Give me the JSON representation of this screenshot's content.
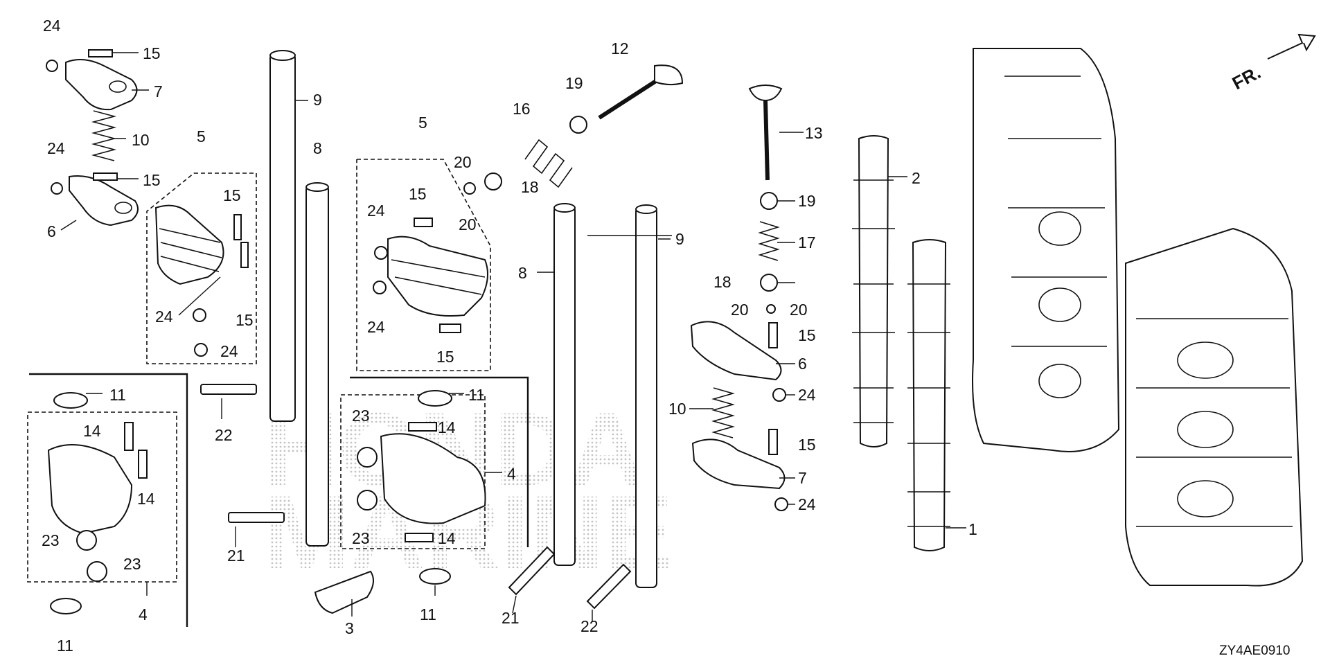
{
  "diagram": {
    "code": "ZY4AE0910",
    "front_label": "FR.",
    "watermark_line1": "HONDA",
    "watermark_line2": "MARINE",
    "callouts": [
      "24",
      "15",
      "7",
      "10",
      "24",
      "15",
      "6",
      "5",
      "15",
      "15",
      "24",
      "24",
      "15",
      "9",
      "8",
      "22",
      "21",
      "3",
      "11",
      "14",
      "14",
      "23",
      "23",
      "4",
      "11",
      "5",
      "15",
      "24",
      "24",
      "15",
      "20",
      "20",
      "18",
      "16",
      "19",
      "12",
      "11",
      "23",
      "14",
      "4",
      "23",
      "14",
      "11",
      "8",
      "21",
      "9",
      "22",
      "13",
      "19",
      "17",
      "18",
      "20",
      "20",
      "15",
      "6",
      "24",
      "10",
      "15",
      "7",
      "24",
      "2",
      "1"
    ]
  }
}
